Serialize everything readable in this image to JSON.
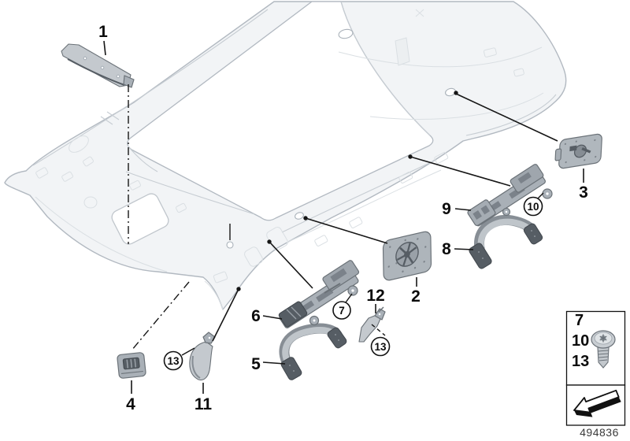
{
  "diagram_labels": {
    "part_1": "1",
    "part_2": "2",
    "part_3": "3",
    "part_4": "4",
    "part_5": "5",
    "part_6": "6",
    "part_8": "8",
    "part_9": "9",
    "part_11": "11",
    "part_12": "12"
  },
  "circled_labels": {
    "fastener_7": "7",
    "fastener_10": "10",
    "fastener_13_left": "13",
    "fastener_13_right": "13"
  },
  "legend": {
    "row_1": "7",
    "row_2": "10",
    "row_3": "13",
    "fastener_icon": "torx-pan-head-screw",
    "direction_icon": "installation-direction-arrow"
  },
  "footer": {
    "doc_number": "494836"
  },
  "colors": {
    "background": "#ffffff",
    "line_art": "#b2b9c1",
    "line_art_light": "#d3d8dd",
    "part_gray": "#a9b0b7",
    "part_dark": "#565d64",
    "callout_black": "#111111"
  }
}
